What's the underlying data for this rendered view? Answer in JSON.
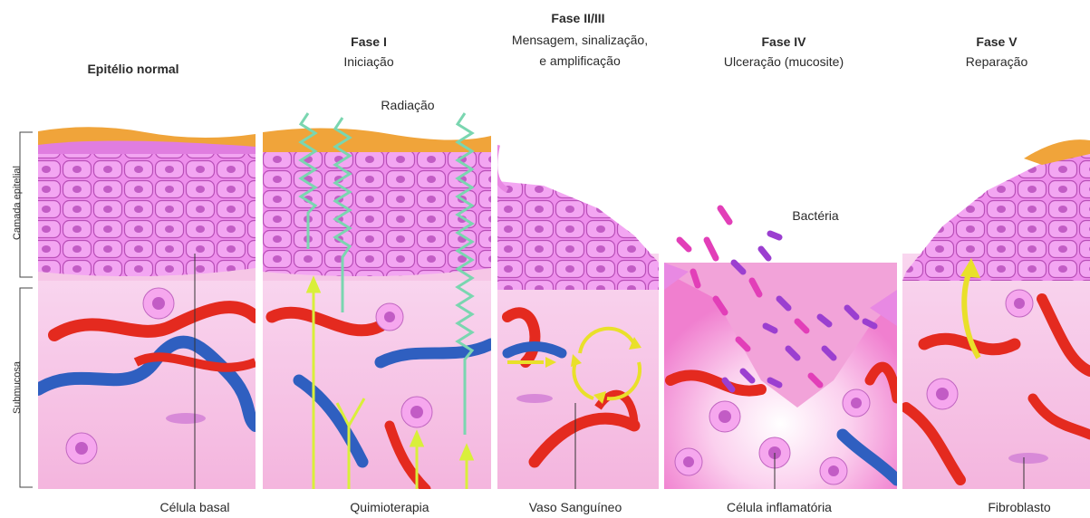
{
  "phases": [
    {
      "id": "normal",
      "title": "Epitélio normal",
      "subtitle": ""
    },
    {
      "id": "fase1",
      "title": "Fase I",
      "subtitle": "Iniciação"
    },
    {
      "id": "fase23",
      "title": "Fase II/III",
      "subtitle": "Mensagem, sinalização,",
      "subtitle2": "e amplificação"
    },
    {
      "id": "fase4",
      "title": "Fase IV",
      "subtitle": "Ulceração (mucosite)"
    },
    {
      "id": "fase5",
      "title": "Fase V",
      "subtitle": "Reparação"
    }
  ],
  "labels": {
    "radiation": "Radiação",
    "bacteria": "Bactéria",
    "epithelial_layer": "Camada epitelial",
    "submucosa": "Submucosa"
  },
  "bottom_labels": {
    "basal_cell": "Célula basal",
    "chemo": "Quimioterapia",
    "vessel": "Vaso Sanguíneo",
    "inflammatory": "Célula inflamatória",
    "fibroblast": "Fibroblasto"
  },
  "colors": {
    "keratin": "#f0a43a",
    "epithelium": "#e889e3",
    "submucosa": "#f6c6e6",
    "artery": "#e42a1f",
    "vein": "#2f5fc0",
    "radiation": "#7ad6b0",
    "chemo": "#d9ef3a",
    "bacteria_a": "#e23fb8",
    "bacteria_b": "#9b3fd0"
  }
}
